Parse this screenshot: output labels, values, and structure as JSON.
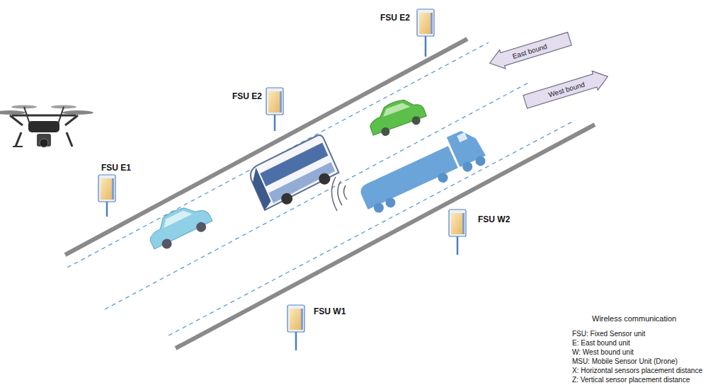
{
  "diagram": {
    "nodes": [
      {
        "text": [
          "FSU E2"
        ]
      },
      {
        "text": [
          "East bound"
        ]
      },
      {
        "text": [
          "West bound"
        ]
      },
      {
        "text": [
          "FSU E2"
        ]
      },
      {
        "text": [
          "FSU E1"
        ]
      },
      {
        "text": [
          "FSU W2"
        ]
      },
      {
        "text": [
          "FSU W1"
        ]
      }
    ],
    "labels": [
      "Wireless communication",
      "FSU: Fixed Sensor unit",
      "E: East bound unit",
      "W: West bound unit",
      "MSU: Mobile Sensor Unit (Drone)",
      "X: Horizontal sensors placement distance",
      "Z: Vertical sensor placement distance"
    ]
  }
}
